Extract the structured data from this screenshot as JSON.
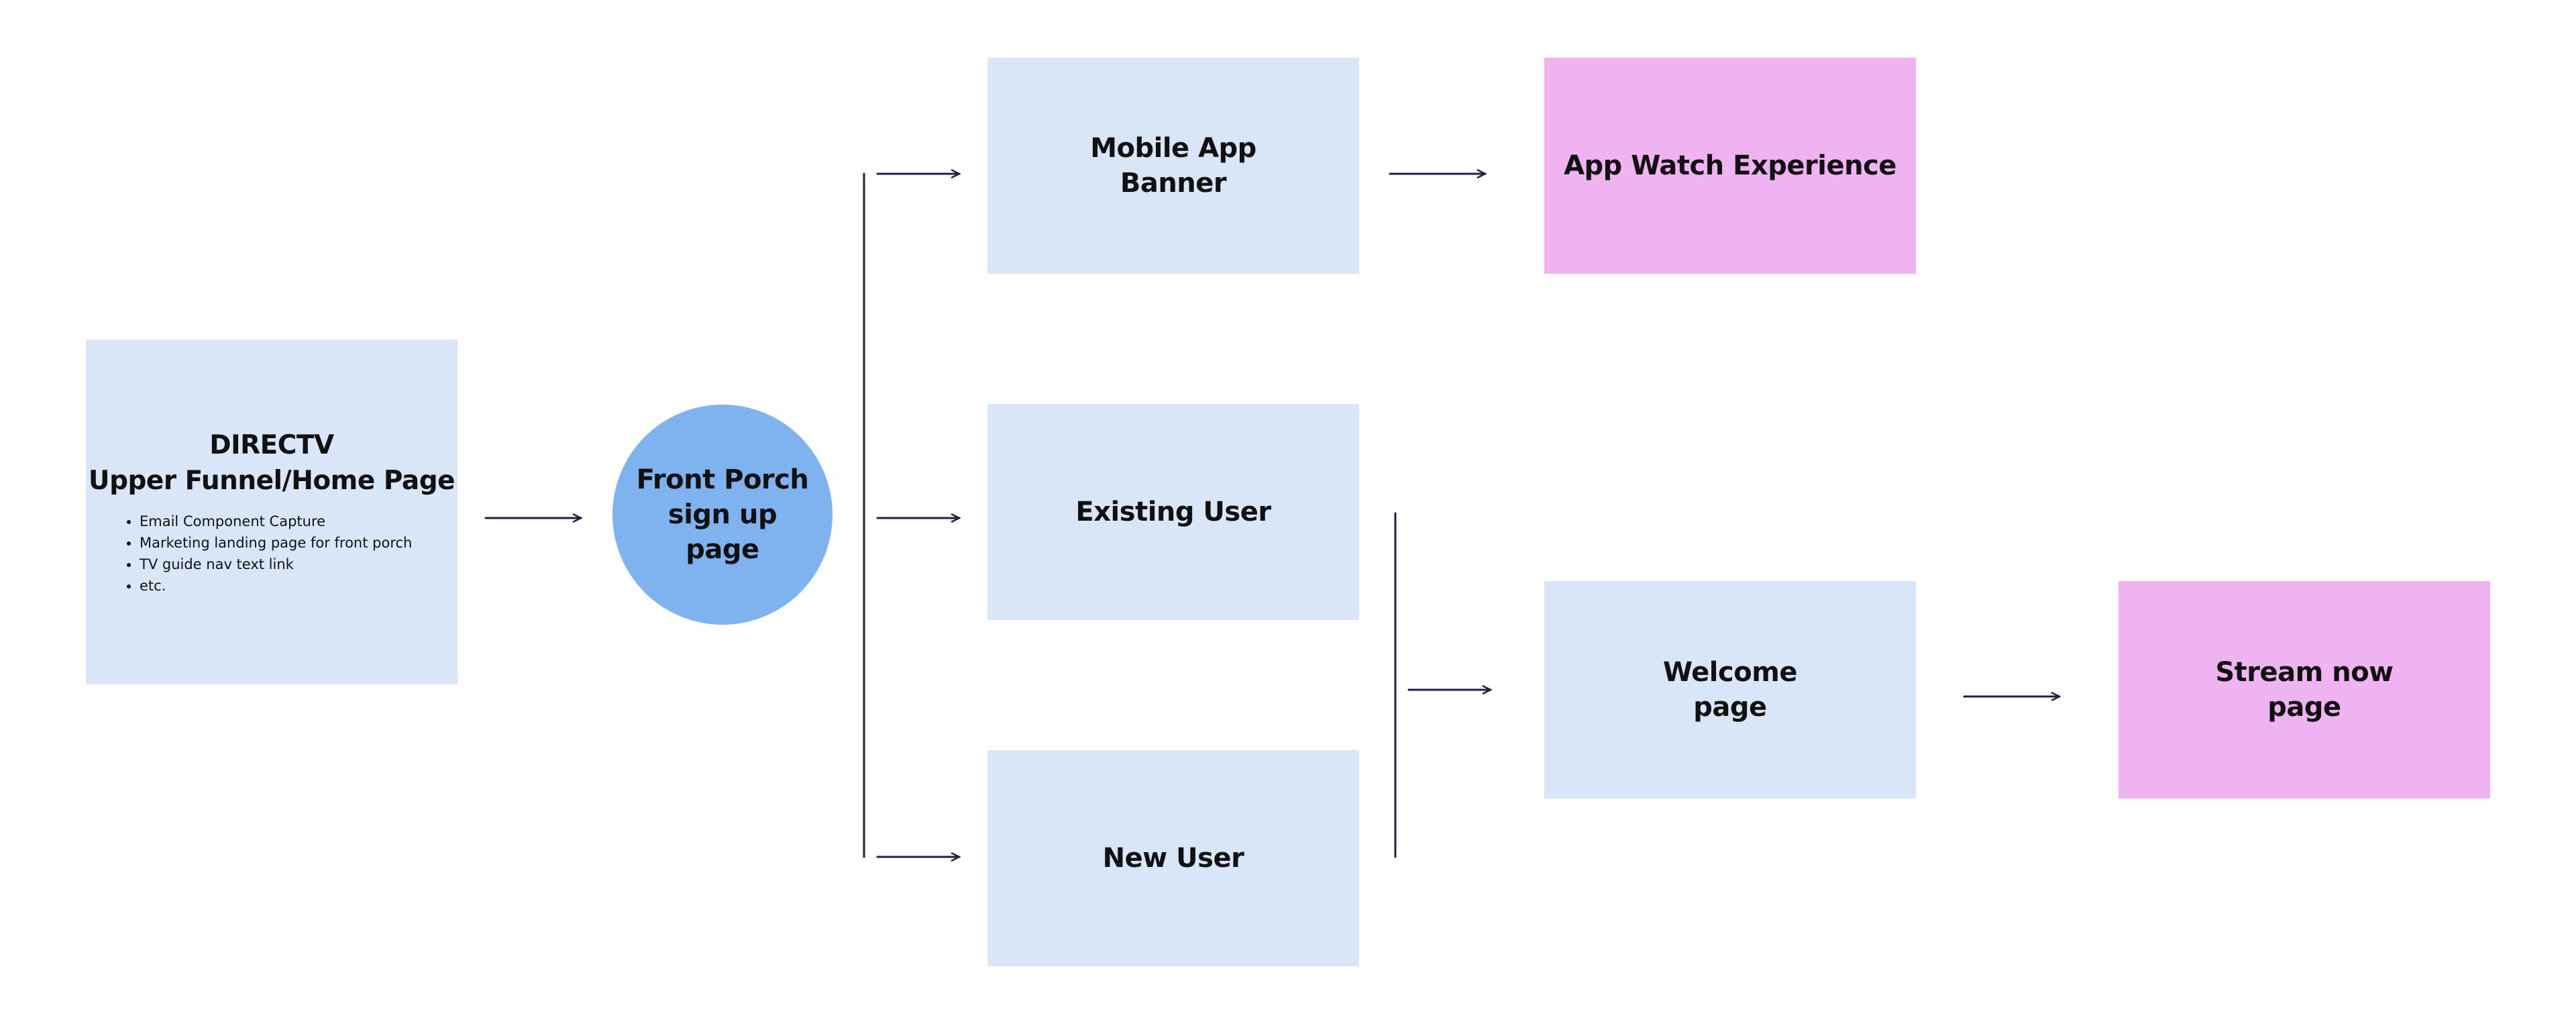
{
  "colors": {
    "box_blue": "#d8e6f8",
    "box_pink": "#efb3f1",
    "circle_blue": "#7eb3f0",
    "line": "#1c2340"
  },
  "nodes": {
    "home": {
      "title_lines": [
        "DIRECTV",
        "Upper Funnel/Home Page"
      ],
      "bullets": [
        "Email Component Capture",
        "Marketing landing page for front porch",
        "TV guide nav text link",
        "etc."
      ]
    },
    "front_porch": {
      "lines": [
        "Front Porch",
        "sign up",
        "page"
      ]
    },
    "mobile_app_banner": {
      "lines": [
        "Mobile App",
        "Banner"
      ]
    },
    "existing_user": {
      "lines": [
        "Existing User"
      ]
    },
    "new_user": {
      "lines": [
        "New User"
      ]
    },
    "app_watch": {
      "lines": [
        "App Watch Experience"
      ]
    },
    "welcome": {
      "lines": [
        "Welcome",
        "page"
      ]
    },
    "stream_now": {
      "lines": [
        "Stream now",
        "page"
      ]
    }
  }
}
